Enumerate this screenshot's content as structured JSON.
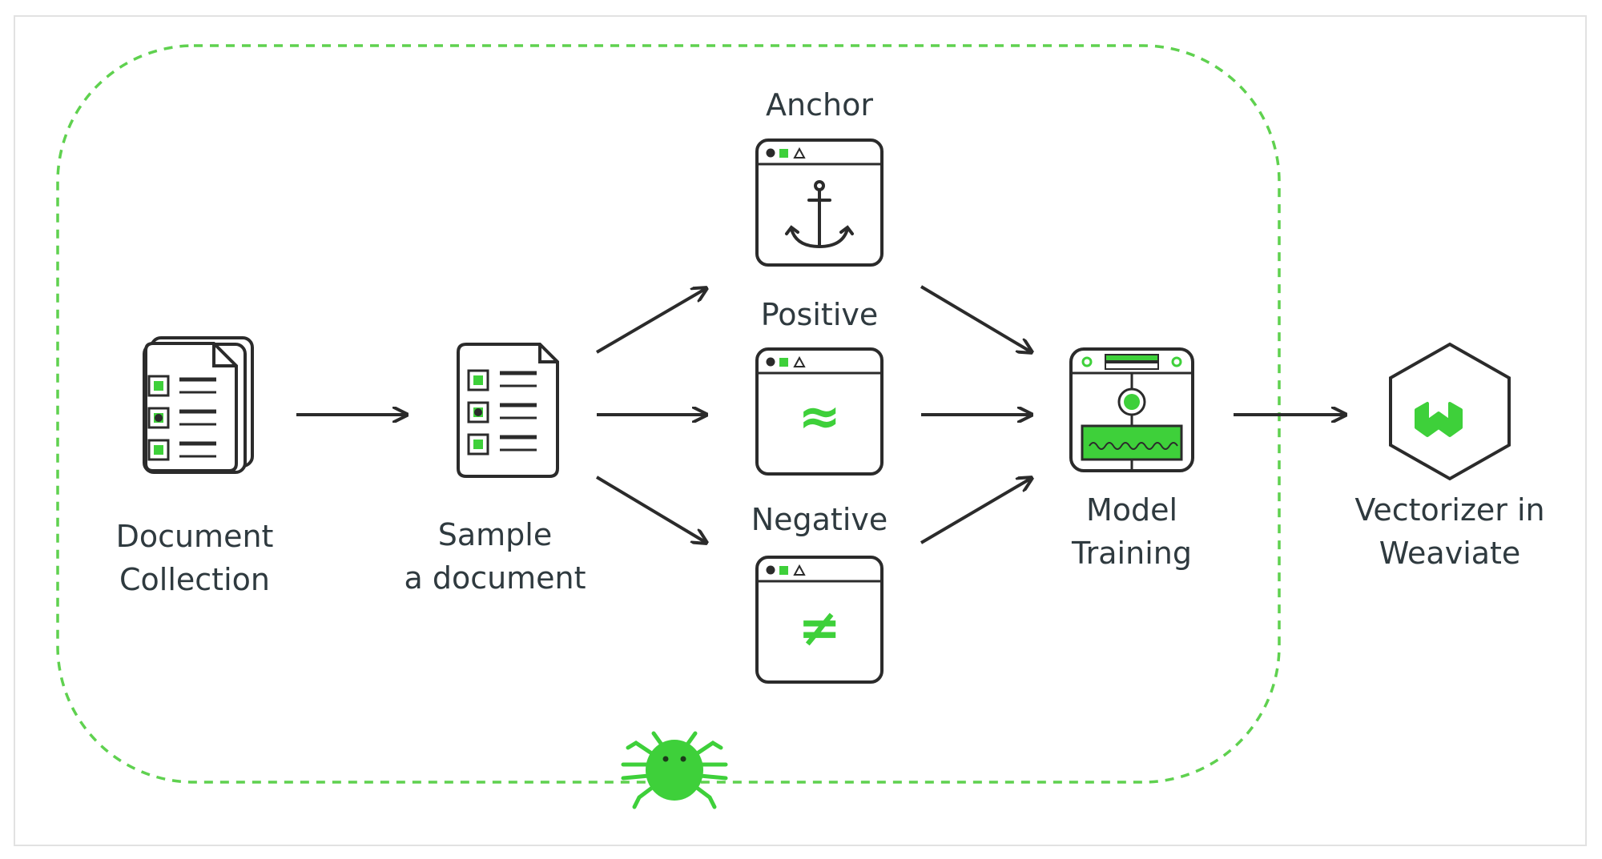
{
  "colors": {
    "green": "#3ed03a",
    "dark": "#2b2b2b",
    "dashed_border": "#5fd14f",
    "frame": "#e2e2e2"
  },
  "nodes": {
    "document_collection": {
      "line1": "Document",
      "line2": "Collection",
      "icon": "stacked-documents-icon"
    },
    "sample_document": {
      "line1": "Sample",
      "line2": "a document",
      "icon": "document-checklist-icon"
    },
    "anchor": {
      "label": "Anchor",
      "icon": "anchor-icon"
    },
    "positive": {
      "label": "Positive",
      "symbol": "≈",
      "icon": "approx-equal-icon"
    },
    "negative": {
      "label": "Negative",
      "symbol": "≠",
      "icon": "not-equal-icon"
    },
    "model_training": {
      "line1": "Model",
      "line2": "Training",
      "icon": "model-training-icon"
    },
    "vectorizer": {
      "line1": "Vectorizer in",
      "line2": "Weaviate",
      "icon": "weaviate-logo-icon"
    }
  },
  "mascot_icon": "bug-icon"
}
